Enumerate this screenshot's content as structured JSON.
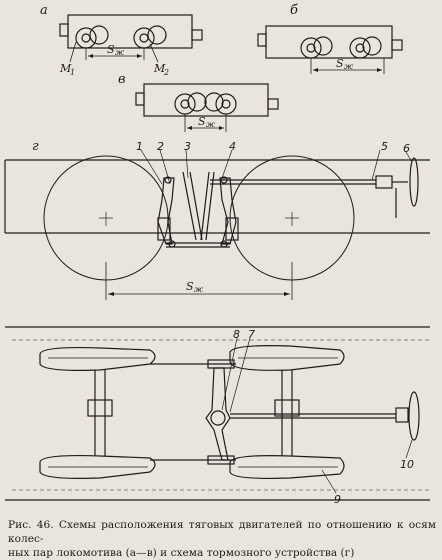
{
  "panel_labels": {
    "a": "а",
    "b": "б",
    "v": "в",
    "g": "г"
  },
  "scheme_a": {
    "motor_1": "M",
    "motor_1_sub": "1",
    "motor_2": "M",
    "motor_2_sub": "2",
    "dimension": "S",
    "dimension_sub": "ж"
  },
  "scheme_b": {
    "dimension": "S",
    "dimension_sub": "ж"
  },
  "scheme_v": {
    "dimension": "S",
    "dimension_sub": "ж"
  },
  "scheme_g": {
    "callouts": [
      "1",
      "2",
      "3",
      "4",
      "5",
      "6"
    ],
    "dimension": "S",
    "dimension_sub": "ж"
  },
  "plan_view": {
    "callouts": [
      "7",
      "8",
      "9",
      "10"
    ]
  },
  "caption": {
    "line1": "Рис. 46. Схемы расположения тяговых двигателей по отношению к осям колес-",
    "line2": "ных пар локомотива (а—в) и схема тормозного устройства (г)"
  }
}
